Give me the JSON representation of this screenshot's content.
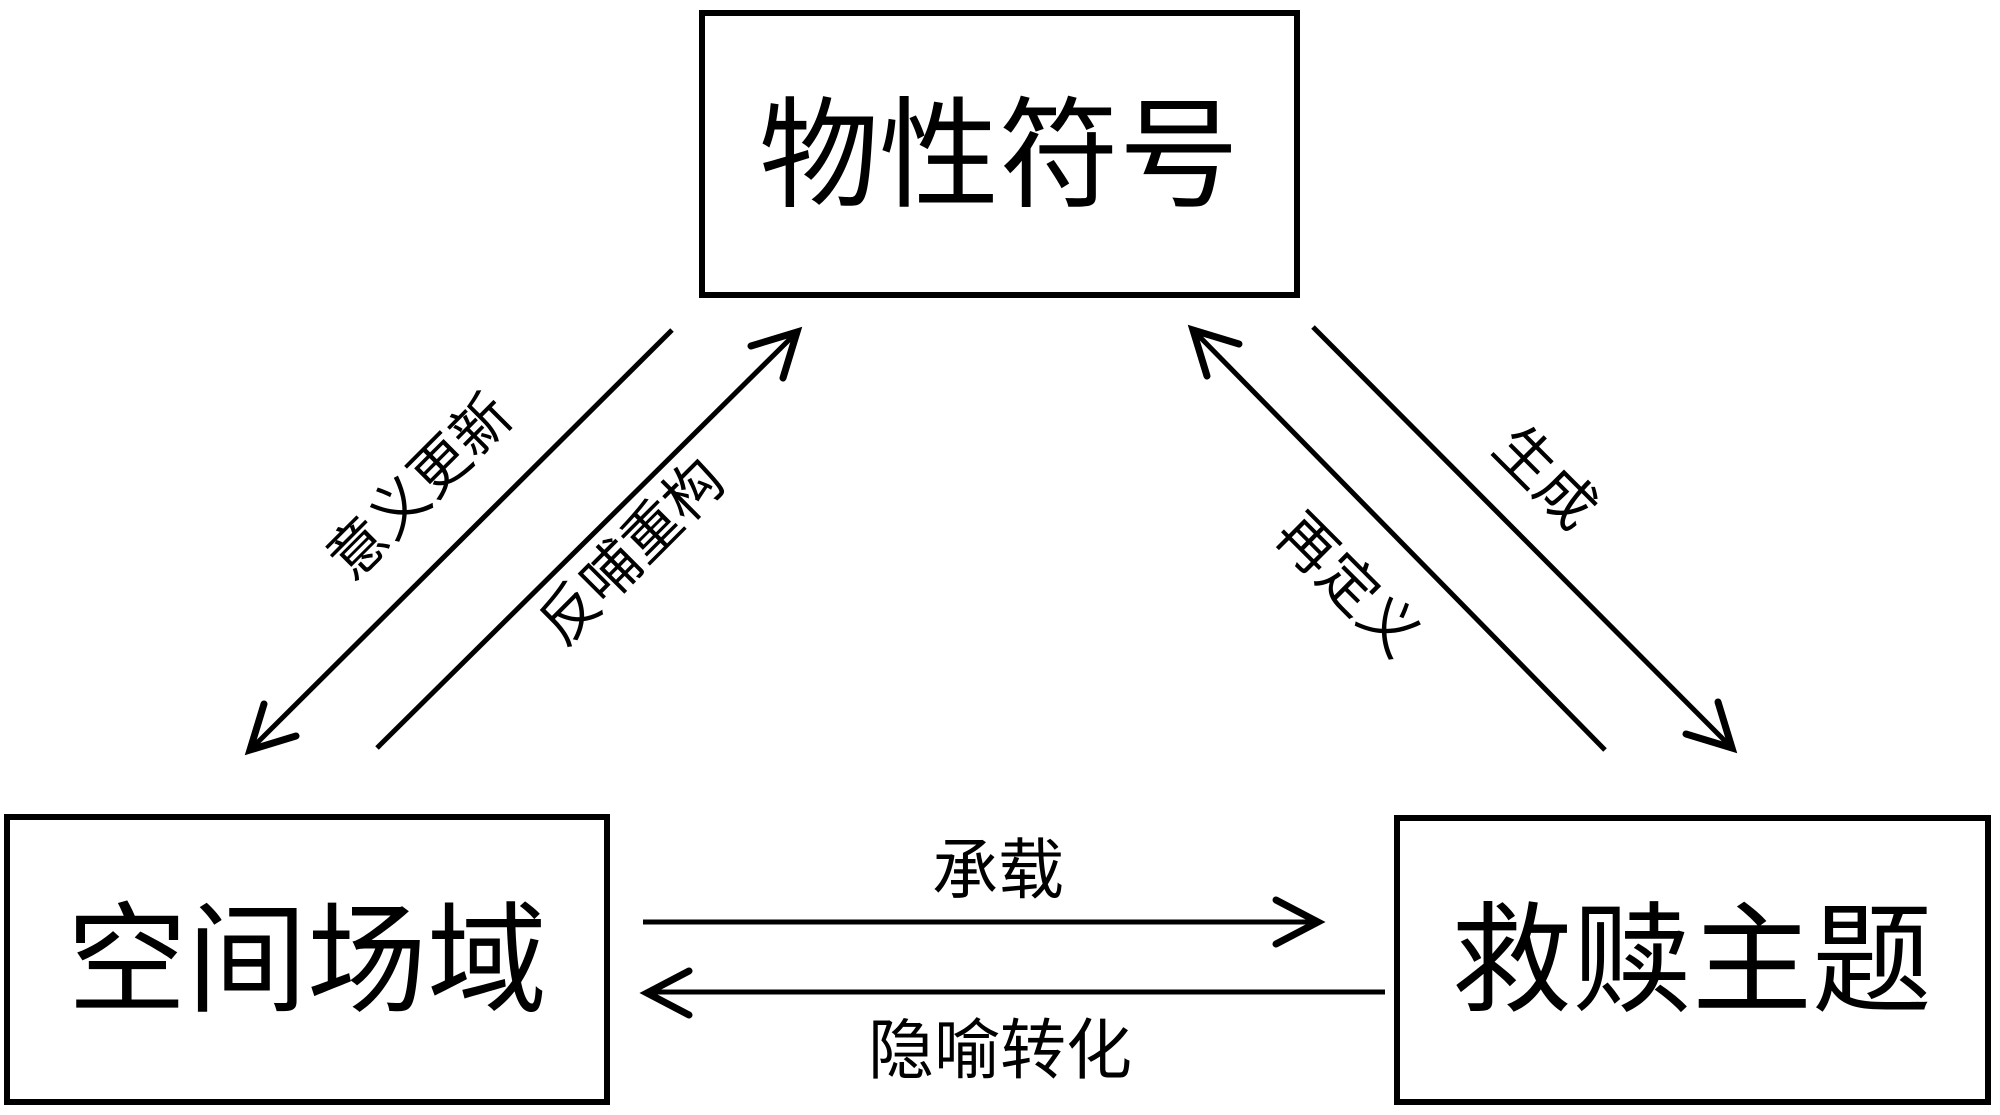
{
  "diagram": {
    "title": "triangular concept diagram",
    "colors": {
      "background": "#ffffff",
      "stroke": "#000000",
      "text": "#000000"
    },
    "nodes": [
      {
        "id": "material-symbol",
        "label": "物性符号",
        "position": "top-center"
      },
      {
        "id": "spatial-field",
        "label": "空间场域",
        "position": "bottom-left"
      },
      {
        "id": "redemption-theme",
        "label": "救赎主题",
        "position": "bottom-right"
      }
    ],
    "edges": [
      {
        "id": "meaning-update",
        "label": "意义更新",
        "from": "material-symbol",
        "to": "spatial-field",
        "direction": "down-left"
      },
      {
        "id": "feedback-reconstruction",
        "label": "反哺重构",
        "from": "spatial-field",
        "to": "material-symbol",
        "direction": "up-right"
      },
      {
        "id": "redefinition",
        "label": "再定义",
        "from": "redemption-theme",
        "to": "material-symbol",
        "direction": "up-left"
      },
      {
        "id": "generation",
        "label": "生成",
        "from": "material-symbol",
        "to": "redemption-theme",
        "direction": "down-right"
      },
      {
        "id": "carrying",
        "label": "承载",
        "from": "spatial-field",
        "to": "redemption-theme",
        "direction": "right"
      },
      {
        "id": "metaphor-transformation",
        "label": "隐喻转化",
        "from": "redemption-theme",
        "to": "spatial-field",
        "direction": "left"
      }
    ]
  }
}
